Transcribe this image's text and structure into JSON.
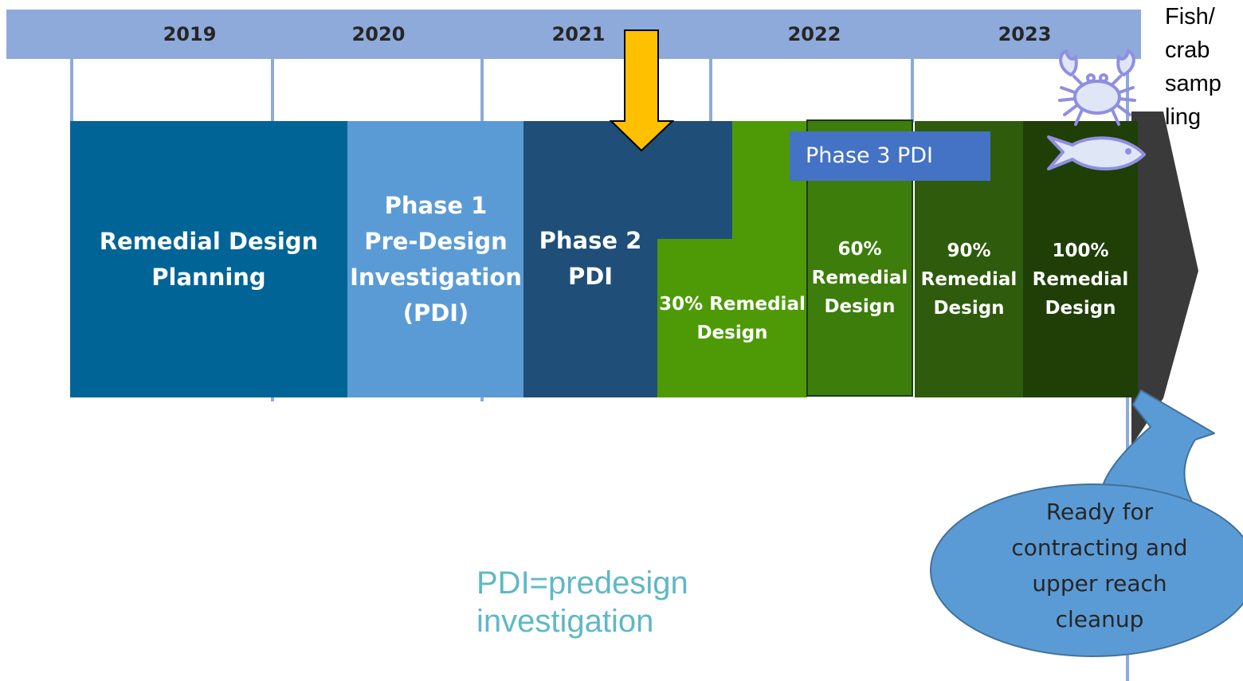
{
  "years": [
    "2019",
    "2020",
    "2021",
    "2022",
    "2023"
  ],
  "phases": {
    "planning": "Remedial Design\nPlanning",
    "phase1": "Phase 1\nPre-Design\nInvestigation\n(PDI)",
    "phase2": "Phase 2\nPDI",
    "design30": "30% Remedial\nDesign",
    "phase3": "Phase 3 PDI",
    "design60": "60%\nRemedial\nDesign",
    "design90": "90%\nRemedial\nDesign",
    "design100": "100%\nRemedial\nDesign"
  },
  "fish_crab_label": "Fish/\ncrab\nsamp\nling",
  "ready_label": "Ready for\ncontracting and\nupper reach\ncleanup",
  "note": "PDI=predesign\ninvestigation",
  "icons": [
    "crab-icon",
    "fish-icon",
    "down-arrow-icon",
    "curved-arrow-icon"
  ],
  "colors": {
    "year_bar": "#8eaadb",
    "planning": "#006497",
    "phase1": "#5b9bd5",
    "phase2": "#1f4e79",
    "design30": "#4e9a06",
    "design60": "#3d7d0b",
    "design90": "#2e5b0c",
    "design100": "#1f3f06",
    "phase3_box": "#4472c4",
    "arrow_marker": "#ffc000",
    "end_arrow": "#3a3a3a",
    "ready_bubble": "#5b9bd5",
    "note_text": "#5fb8c6",
    "icon": "#8f8fe0"
  }
}
